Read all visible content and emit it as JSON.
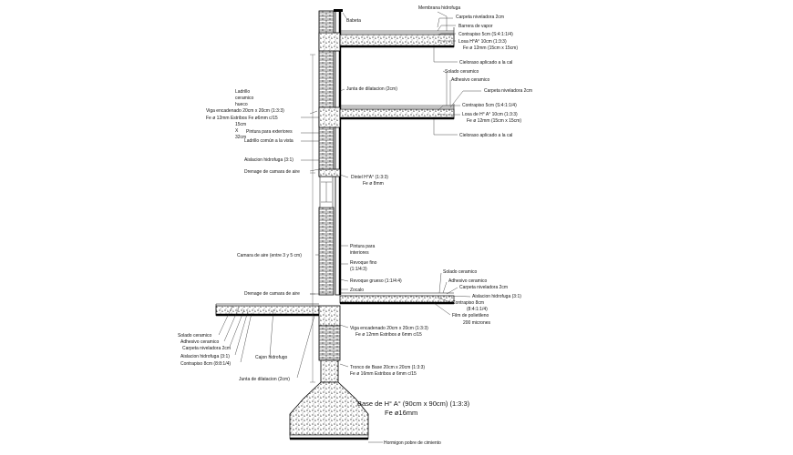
{
  "labels": {
    "roof_top": [
      "Membrana hidrofuga",
      "Babeta",
      "Carpeta niveladora 2cm",
      "Barrera de vapor",
      "Contrapiso 5cm (S:4:1:1/4)",
      "Losa H°A° 10cm (1:3:3)",
      "Fe ø 12mm (15cm x 15cm)",
      "Cieloraso aplicado a la cal"
    ],
    "mid_floor": [
      "Solado ceramico",
      "Adhesivo ceramico",
      "Carpeta niveladora 2cm",
      "Contrapiso 5cm (S:4:1:1/4)",
      "Losa de H° A° 10cm (1:3:3)",
      "Fe ø 12mm (15cm x 15cm)",
      "Cieloraso aplicado a la cal"
    ],
    "joint_mid": "Junta de dilatacion (2cm)",
    "left_upper": [
      "Ladrillo",
      "ceramico",
      "hueco",
      "Viga encadenado 20cm x 20cm (1:3:3)",
      "Fe ø 12mm Estribos Fe ø6mm c/15",
      "15cm",
      "X",
      "32cm",
      "Pintura para exteriores",
      "Ladrillo común a la vista",
      "Aislacion hidrofuga (3:1)",
      "Drenage de camara de aire"
    ],
    "lintel": [
      "Dintel H°A° (1:3:3)",
      "Fe ø 8mm"
    ],
    "right_mid": [
      "Pintura para",
      "interiores",
      "Revoque fino",
      "(1:1/4:3)",
      "Revoque grueso (1:1/4:4)",
      "Zocalo"
    ],
    "left_mid": [
      "Camara de aire (entre 3 y 5 cm)",
      "Drenage de camara de aire"
    ],
    "ground_floor_right": [
      "Solado ceramico",
      "Adhesivo ceramico",
      "Carpeta niveladora 2cm",
      "Aislacion hidrofuga (3:1)",
      "Contrapiso 8cm",
      "(8:4:1:1/4)",
      "Film de polietileno",
      "200 micrones"
    ],
    "ground_floor_left": [
      "Solado ceramico",
      "Adhesivo ceramico",
      "Carpeta niveladora 2cm",
      "Aislacion hidrofuga (3:1)",
      "Contrapiso 8cm (8:8:1/4)",
      "Cajon hidrofugo",
      "Junta de dilatacion (2cm)"
    ],
    "foundation_right": [
      "Viga encadenado 20cm x 20cm (1:3:3)",
      "Fe ø 12mm Estribos ø 6mm c/15",
      "Tronco de Base 20cm x 20cm (1:3:3)",
      "Fe ø 16mm Estribos ø 6mm c/15"
    ],
    "base_title": "Base de H° A° (90cm x 90cm) (1:3:3)",
    "base_rebar": "Fe ø16mm",
    "lean_concrete": "Hormigon pobre de cimiento"
  }
}
